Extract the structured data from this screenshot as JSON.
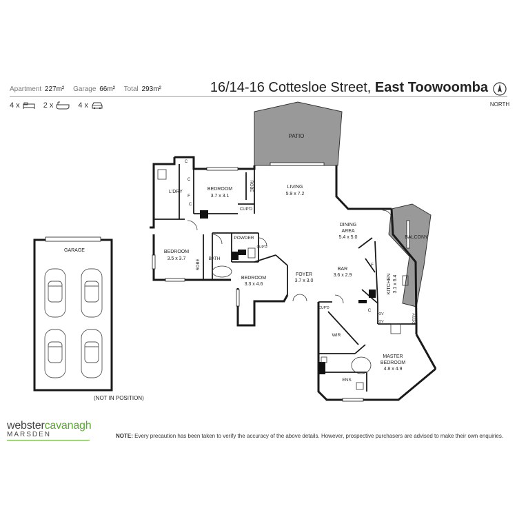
{
  "header": {
    "apartment_label": "Apartment",
    "apartment_value": "227m²",
    "garage_label": "Garage",
    "garage_value": "66m²",
    "total_label": "Total",
    "total_value": "293m²",
    "address_street": "16/14-16 Cottesloe Street,",
    "address_suburb": "East Toowoomba",
    "north_label": "NORTH",
    "bed_count": "4 x",
    "bath_count": "2 x",
    "car_count": "4 x"
  },
  "rooms": {
    "patio": "PATIO",
    "living": "LIVING",
    "living_dim": "5.9 x 7.2",
    "bedroom1": "BEDROOM",
    "bedroom1_dim": "3.7 x 3.1",
    "robe1": "ROBE",
    "cupd1": "CUP'D",
    "ldry": "L'DRY",
    "c1": "C",
    "c2": "C",
    "c3": "C",
    "f1": "F",
    "dining": "DINING",
    "dining2": "AREA",
    "dining_dim": "5.4 x 5.0",
    "balcony": "BALCONY",
    "powder": "POWDER",
    "cupd2": "CUP'D",
    "bedroom2": "BEDROOM",
    "bedroom2_dim": "3.5 x 3.7",
    "robe2": "ROBE",
    "bath": "BATH",
    "bedroom3": "BEDROOM",
    "bedroom3_dim": "3.3 x 4.6",
    "foyer": "FOYER",
    "foyer_dim": "3.7 x 3.0",
    "bar": "BAR",
    "bar_dim": "3.6 x 2.9",
    "kitchen": "KITCHEN",
    "kitchen_dim": "3.1 x 6.4",
    "f2": "F",
    "c4": "C",
    "ov1": "OV",
    "ov2": "OV",
    "ptry": "PTRY",
    "cupd3": "CUP'D",
    "wir": "WIR",
    "master": "MASTER",
    "master2": "BEDROOM",
    "master_dim": "4.8 x 4.9",
    "ens": "ENS",
    "garage": "GARAGE",
    "not_in_position": "(NOT IN POSITION)"
  },
  "footer": {
    "note_label": "NOTE:",
    "note_text": "Every precaution has been taken to verify the accuracy of the above details. However, prospective purchasers are advised to make their own enquiries.",
    "logo_word1": "webster",
    "logo_word2": "cavanagh",
    "logo_line2": "MARSDEN"
  },
  "colors": {
    "patio_fill": "#999999",
    "wall": "#1a1a1a",
    "logo_accent": "#5aa832"
  }
}
